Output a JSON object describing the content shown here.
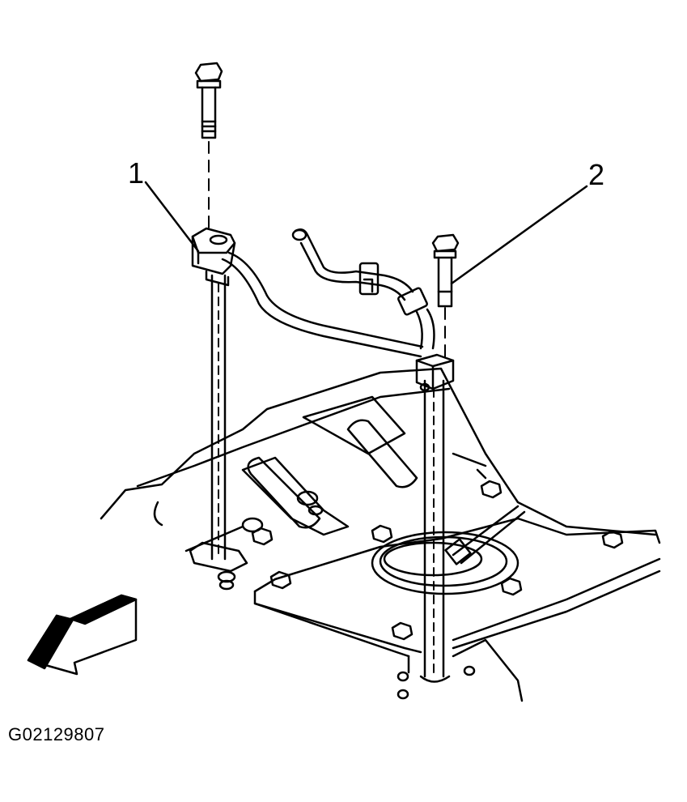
{
  "callouts": [
    {
      "number": "1"
    },
    {
      "number": "2"
    }
  ],
  "figure_code": "G02129807",
  "icons": {
    "direction": "front-direction-arrow-icon",
    "fastener": "bolt-icon",
    "clamp": "clip-bracket-icon"
  },
  "colors": {
    "line": "#000000",
    "background": "#ffffff"
  }
}
